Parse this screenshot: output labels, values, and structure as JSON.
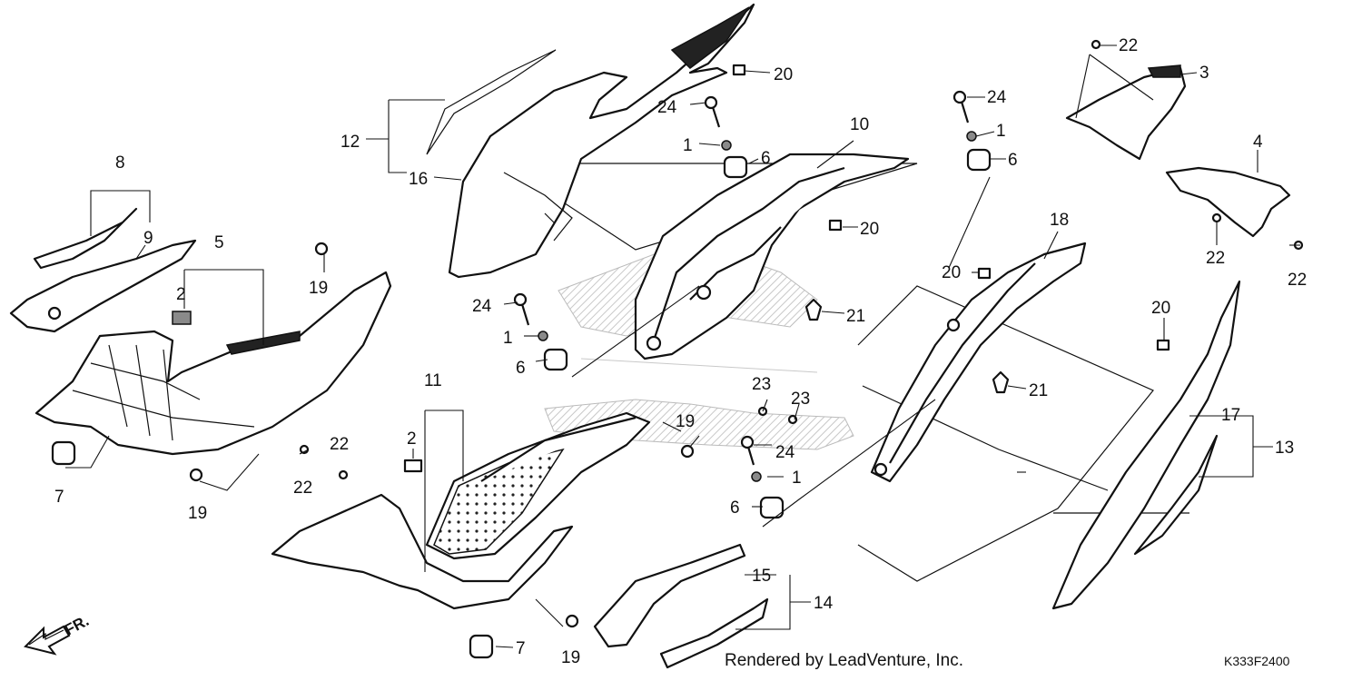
{
  "diagram": {
    "callouts": {
      "c1a": "1",
      "c1b": "1",
      "c1c": "1",
      "c1d": "1",
      "c2a": "2",
      "c2b": "2",
      "c3": "3",
      "c4": "4",
      "c5": "5",
      "c6a": "6",
      "c6b": "6",
      "c6c": "6",
      "c6d": "6",
      "c7a": "7",
      "c7b": "7",
      "c8": "8",
      "c9": "9",
      "c10": "10",
      "c11": "11",
      "c12": "12",
      "c13": "13",
      "c14": "14",
      "c15": "15",
      "c16": "16",
      "c17": "17",
      "c18": "18",
      "c19a": "19",
      "c19b": "19",
      "c19c": "19",
      "c19d": "19",
      "c20a": "20",
      "c20b": "20",
      "c20c": "20",
      "c20d": "20",
      "c21a": "21",
      "c21b": "21",
      "c22a": "22",
      "c22b": "22",
      "c22c": "22",
      "c22d": "22",
      "c22e": "22",
      "c23a": "23",
      "c23b": "23",
      "c24a": "24",
      "c24b": "24",
      "c24c": "24",
      "c24d": "24"
    },
    "direction_label": "FR.",
    "credit": "Rendered by LeadVenture, Inc.",
    "diagram_code": "K333F2400"
  }
}
